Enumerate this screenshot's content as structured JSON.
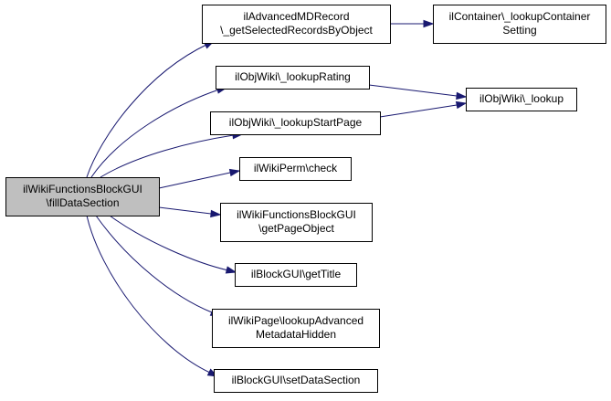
{
  "graph": {
    "root": {
      "id": "root",
      "lines": [
        "ilWikiFunctionsBlockGUI",
        "\\fillDataSection"
      ]
    },
    "nodes": [
      {
        "id": "advmd",
        "lines": [
          "ilAdvancedMDRecord",
          "\\_getSelectedRecordsByObject"
        ]
      },
      {
        "id": "container",
        "lines": [
          "ilContainer\\_lookupContainer",
          "Setting"
        ]
      },
      {
        "id": "rating",
        "lines": [
          "ilObjWiki\\_lookupRating"
        ]
      },
      {
        "id": "lookup",
        "lines": [
          "ilObjWiki\\_lookup"
        ]
      },
      {
        "id": "startpage",
        "lines": [
          "ilObjWiki\\_lookupStartPage"
        ]
      },
      {
        "id": "permcheck",
        "lines": [
          "ilWikiPerm\\check"
        ]
      },
      {
        "id": "pageobject",
        "lines": [
          "ilWikiFunctionsBlockGUI",
          "\\getPageObject"
        ]
      },
      {
        "id": "gettitle",
        "lines": [
          "ilBlockGUI\\getTitle"
        ]
      },
      {
        "id": "advhidden",
        "lines": [
          "ilWikiPage\\lookupAdvanced",
          "MetadataHidden"
        ]
      },
      {
        "id": "setdata",
        "lines": [
          "ilBlockGUI\\setDataSection"
        ]
      }
    ],
    "edges": [
      {
        "from": "root",
        "to": "advmd"
      },
      {
        "from": "advmd",
        "to": "container"
      },
      {
        "from": "root",
        "to": "rating"
      },
      {
        "from": "rating",
        "to": "lookup"
      },
      {
        "from": "root",
        "to": "startpage"
      },
      {
        "from": "startpage",
        "to": "lookup"
      },
      {
        "from": "root",
        "to": "permcheck"
      },
      {
        "from": "root",
        "to": "pageobject"
      },
      {
        "from": "root",
        "to": "gettitle"
      },
      {
        "from": "root",
        "to": "advhidden"
      },
      {
        "from": "root",
        "to": "setdata"
      }
    ],
    "colors": {
      "edge": "#191970",
      "root_fill": "#bfbfbf",
      "node_fill": "#ffffff",
      "border": "#000000"
    }
  }
}
